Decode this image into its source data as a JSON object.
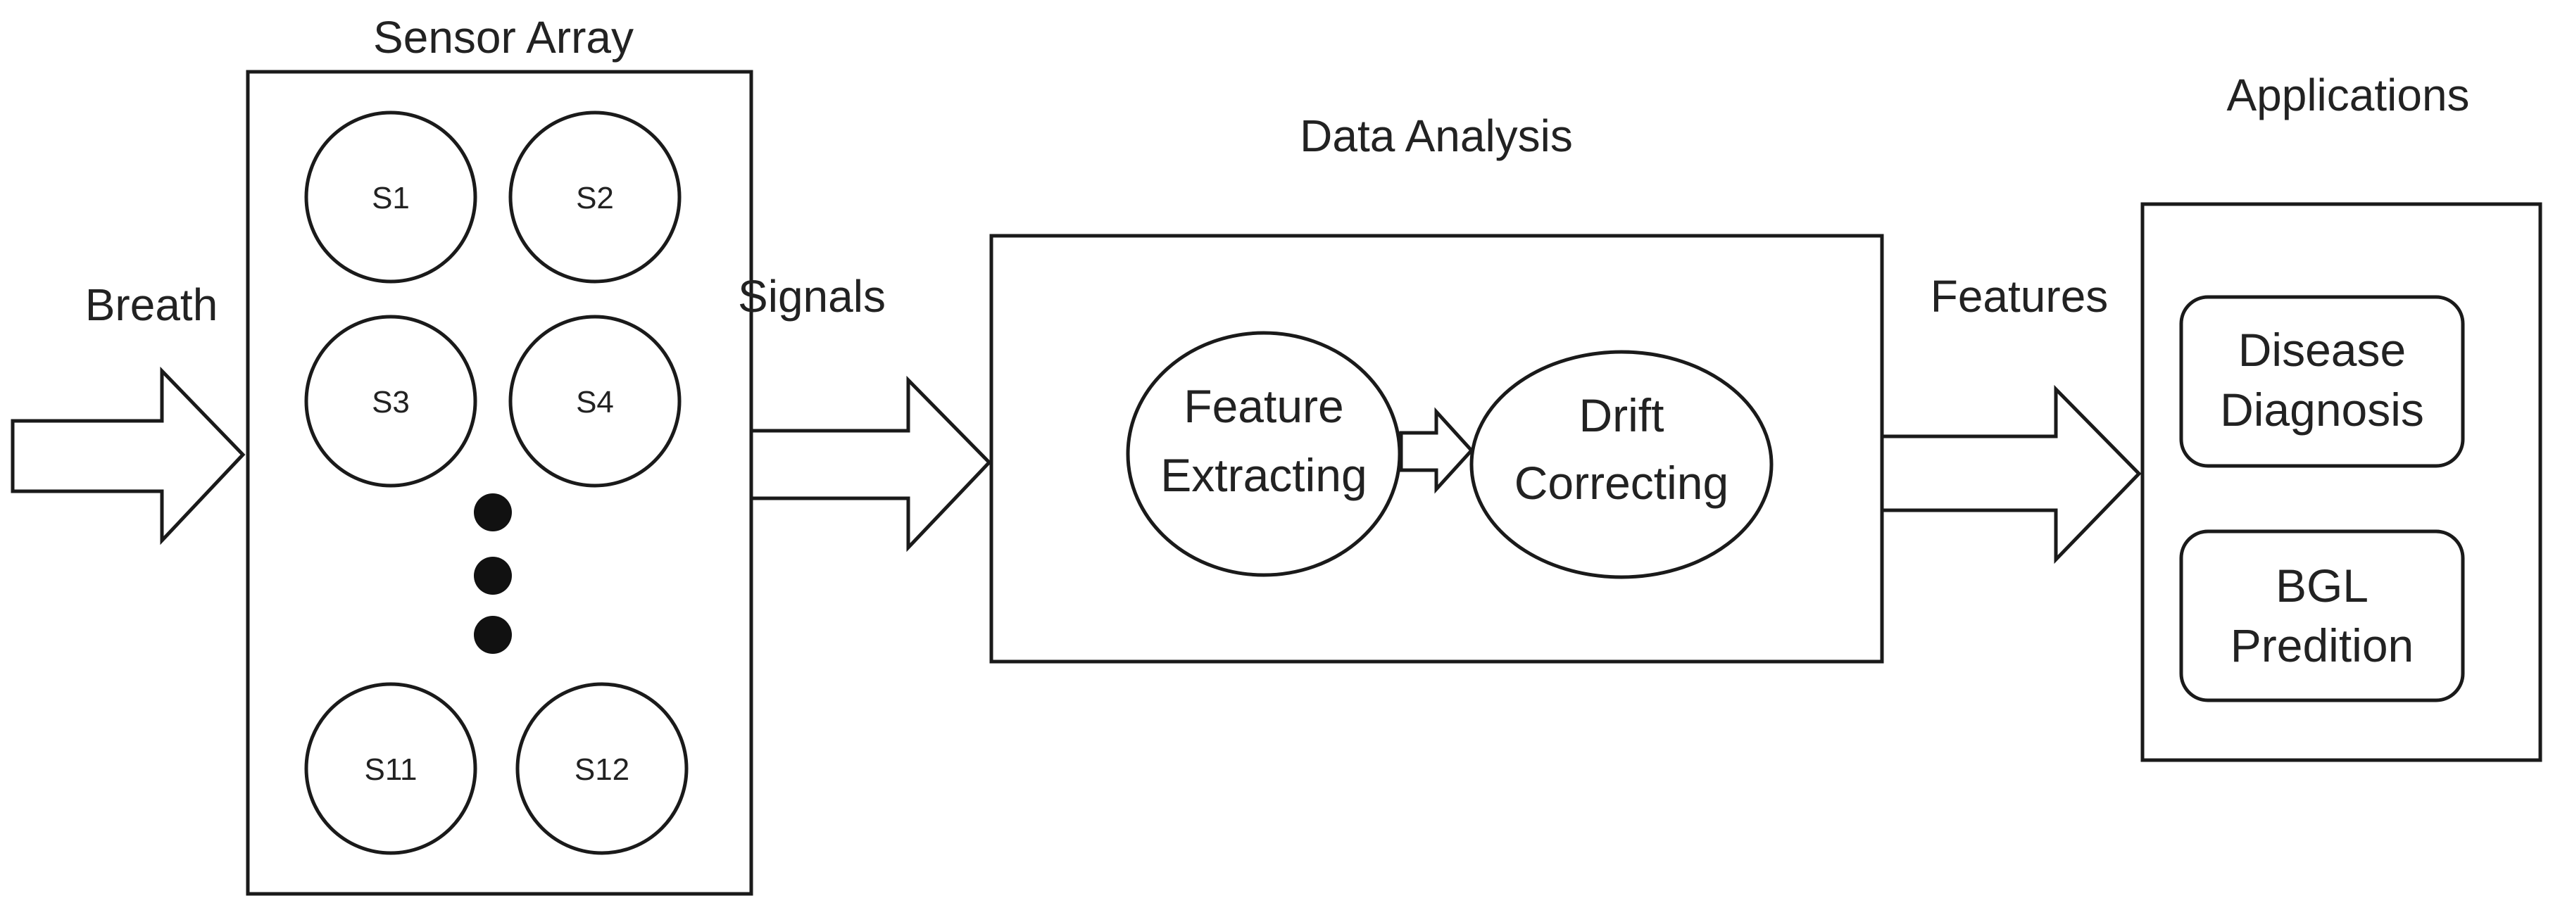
{
  "sensor_array": {
    "title": "Sensor Array",
    "sensors": [
      "S1",
      "S2",
      "S3",
      "S4",
      "S11",
      "S12"
    ]
  },
  "inputs": {
    "breath": "Breath",
    "signals": "Signals",
    "features": "Features"
  },
  "data_analysis": {
    "title": "Data Analysis",
    "step1": [
      "Feature",
      "Extracting"
    ],
    "step2": [
      "Drift",
      "Correcting"
    ]
  },
  "applications": {
    "title": "Applications",
    "item1": [
      "Disease",
      "Diagnosis"
    ],
    "item2": [
      "BGL",
      "Predition"
    ]
  },
  "colors": {
    "stroke": "#1a1a1a",
    "fill": "#ffffff",
    "text": "#222222"
  }
}
